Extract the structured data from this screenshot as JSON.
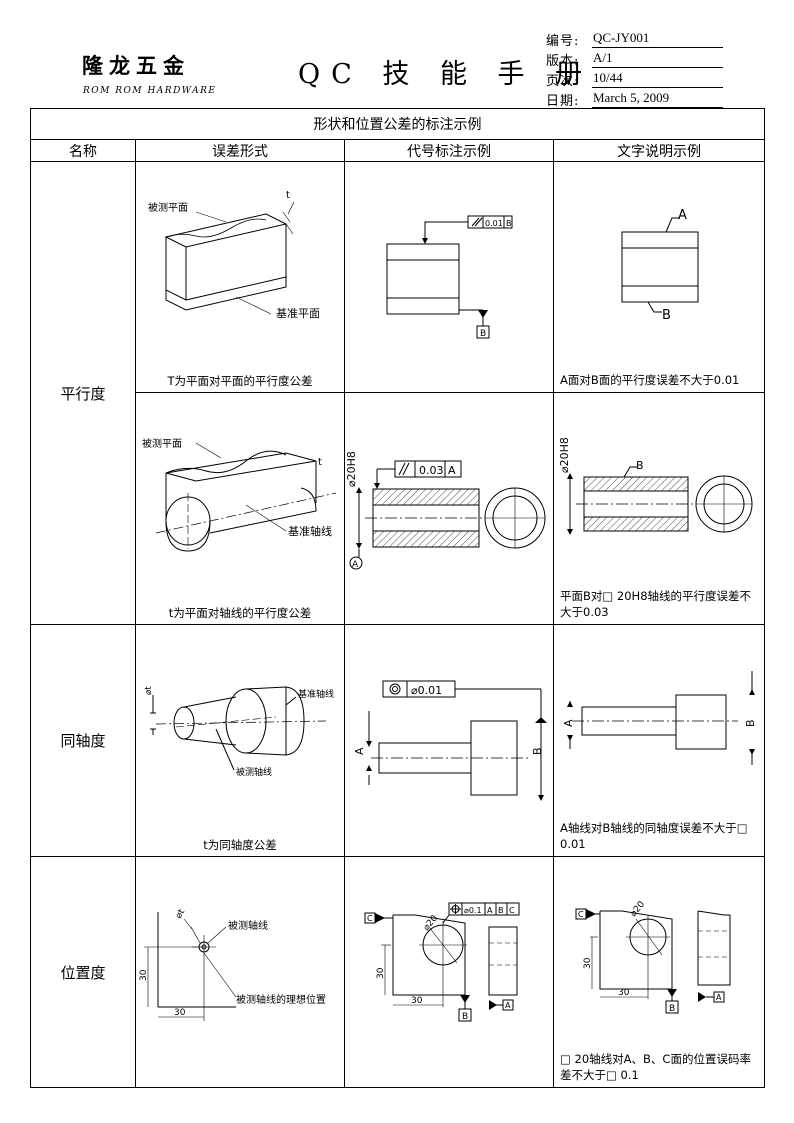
{
  "header": {
    "company_cn": "隆龙五金",
    "company_en": "ROM ROM HARDWARE",
    "manual_title": "QC 技 能 手 册",
    "meta": [
      {
        "label": "编号:",
        "value": "QC-JY001"
      },
      {
        "label": "版本:",
        "value": "A/1"
      },
      {
        "label": "页次:",
        "value": "10/44"
      },
      {
        "label": "日期:",
        "value": "March 5, 2009"
      }
    ]
  },
  "table": {
    "title": "形状和位置公差的标注示例",
    "columns": [
      "名称",
      "误差形式",
      "代号标注示例",
      "文字说明示例"
    ],
    "groups": [
      {
        "name": "平行度"
      },
      {
        "name": "同轴度"
      },
      {
        "name": "位置度"
      }
    ],
    "rows": [
      {
        "error_caption": "T为平面对平面的平行度公差",
        "labels": {
          "measured": "被测平面",
          "datum": "基准平面",
          "tol": "t",
          "frame_tol": "0.01",
          "frame_datum": "B",
          "datum_box": "B",
          "text_a": "A",
          "text_b": "B"
        },
        "description": "A面对B面的平行度误差不大于0.01"
      },
      {
        "error_caption": "t为平面对轴线的平行度公差",
        "labels": {
          "measured": "被测平面",
          "datum": "基准轴线",
          "tol": "t",
          "dia": "⌀20H8",
          "frame_tol": "0.03",
          "frame_datum": "A",
          "datum_circle": "A",
          "text_b": "B"
        },
        "description": "平面B对□ 20H8轴线的平行度误差不大于0.03"
      },
      {
        "error_caption": "t为同轴度公差",
        "labels": {
          "measured": "被测轴线",
          "datum": "基准轴线",
          "tol": "⌀t",
          "frame_tol": "⌀0.01",
          "a": "A",
          "b": "B"
        },
        "description": "A轴线对B轴线的同轴度误差不大于□ 0.01"
      },
      {
        "error_caption": "",
        "labels": {
          "measured": "被测轴线",
          "ideal": "被测轴线的理想位置",
          "tol": "⌀t",
          "dim30": "30",
          "dia": "⌀20",
          "frame_tol": "⌀0.1",
          "fa": "A",
          "fb": "B",
          "fc": "C"
        },
        "description": "□ 20轴线对A、B、C面的位置误码率差不大于□ 0.1"
      }
    ]
  }
}
